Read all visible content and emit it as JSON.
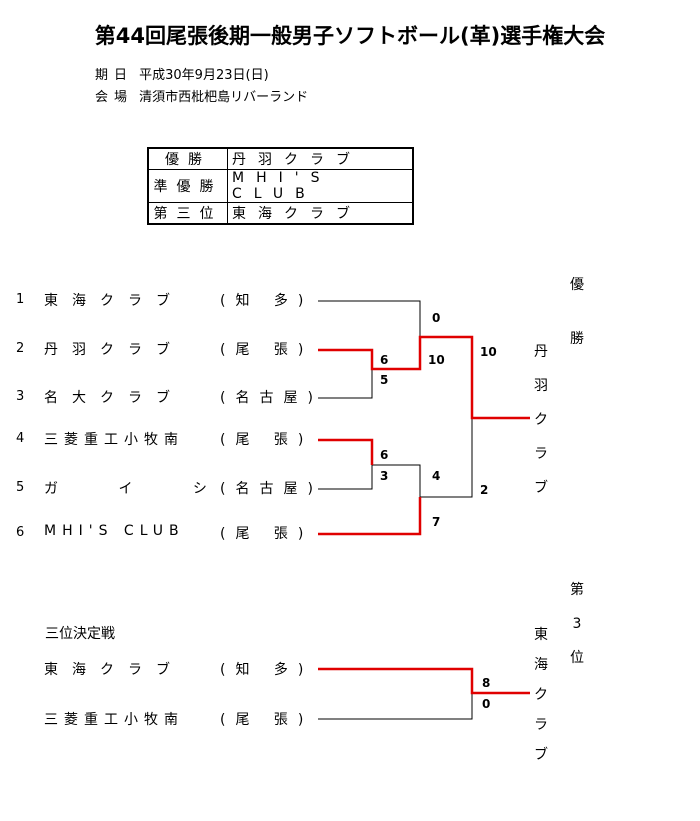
{
  "title": "第44回尾張後期一般男子ソフトボール(革)選手権大会",
  "info": {
    "date_label": "期日",
    "date_value": "平成30年9月23日(日)",
    "venue_label": "会場",
    "venue_value": "清須市西枇杷島リバーランド"
  },
  "results": [
    {
      "rank": "優勝",
      "team": "丹羽クラブ"
    },
    {
      "rank": "準優勝",
      "team": "MHI'S CLUB"
    },
    {
      "rank": "第三位",
      "team": "東海クラブ"
    }
  ],
  "bracket": {
    "teams": [
      {
        "num": "1",
        "name": "東海クラブ",
        "pref": "(知 多)"
      },
      {
        "num": "2",
        "name": "丹羽クラブ",
        "pref": "(尾 張)"
      },
      {
        "num": "3",
        "name": "名大クラブ",
        "pref": "(名古屋)"
      },
      {
        "num": "4",
        "name": "三菱重工小牧南",
        "pref": "(尾 張)"
      },
      {
        "num": "5",
        "name": "ガ イ シ",
        "pref": "(名古屋)"
      },
      {
        "num": "6",
        "name": "MHI'S CLUB",
        "pref": "(尾 張)"
      }
    ],
    "scores": {
      "r1a_top": "6",
      "r1a_bot": "5",
      "r1b_top": "6",
      "r1b_bot": "3",
      "sf1_top": "0",
      "sf1_bot": "10",
      "sf2_top": "4",
      "sf2_bot": "7",
      "final_top": "10",
      "final_bot": "2"
    },
    "champion_label": "優勝",
    "champion_team": "丹羽クラブ"
  },
  "third_place": {
    "title": "三位決定戦",
    "teams": [
      {
        "name": "東海クラブ",
        "pref": "(知 多)"
      },
      {
        "name": "三菱重工小牧南",
        "pref": "(尾 張)"
      }
    ],
    "score_top": "8",
    "score_bot": "0",
    "label": "第3位",
    "winner": "東海クラブ"
  },
  "colors": {
    "line": "#000000",
    "win": "#e00000"
  }
}
